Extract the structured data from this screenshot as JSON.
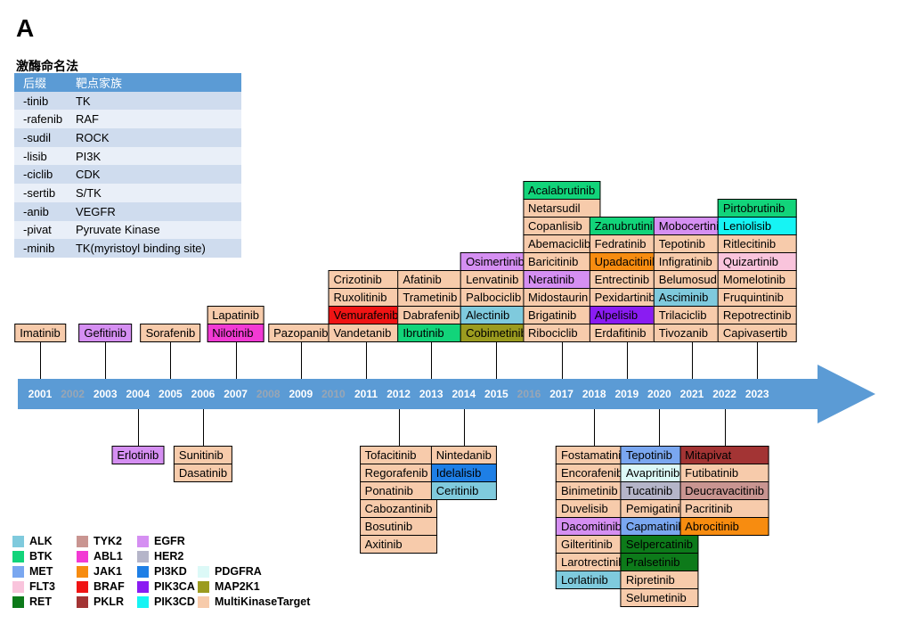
{
  "colors": {
    "ALK": "#7fcadd",
    "BTK": "#12d47a",
    "MET": "#7aa7f0",
    "FLT3": "#f9c4dc",
    "RET": "#0d7a1a",
    "TYK2": "#c99591",
    "ABL1": "#f23ad4",
    "JAK1": "#f78c10",
    "BRAF": "#f01414",
    "PKLR": "#a33434",
    "EGFR": "#d58ff2",
    "HER2": "#b5b5c9",
    "PI3KD": "#1e7fe6",
    "PIK3CA": "#8a1cf2",
    "PIK3CD": "#16f4f4",
    "PDGFRA": "#dcf9f7",
    "MAP2K1": "#9b9b1f",
    "MultiKinaseTarget": "#f7cbab",
    "timeline": "#5b9bd5"
  },
  "panel_letter": "A",
  "naming": {
    "title": "激酶命名法",
    "header": [
      "后缀",
      "靶点家族"
    ],
    "rows": [
      [
        "-tinib",
        "TK"
      ],
      [
        "-rafenib",
        "RAF"
      ],
      [
        "-sudil",
        "ROCK"
      ],
      [
        "-lisib",
        "PI3K"
      ],
      [
        "-ciclib",
        "CDK"
      ],
      [
        "-sertib",
        "S/TK"
      ],
      [
        "-anib",
        "VEGFR"
      ],
      [
        "-pivat",
        "Pyruvate Kinase"
      ],
      [
        "-minib",
        "TK(myristoyl binding site)"
      ]
    ]
  },
  "years": [
    {
      "label": "2001",
      "muted": false
    },
    {
      "label": "2002",
      "muted": true
    },
    {
      "label": "2003",
      "muted": false
    },
    {
      "label": "2004",
      "muted": false
    },
    {
      "label": "2005",
      "muted": false
    },
    {
      "label": "2006",
      "muted": false
    },
    {
      "label": "2007",
      "muted": false
    },
    {
      "label": "2008",
      "muted": true
    },
    {
      "label": "2009",
      "muted": false
    },
    {
      "label": "2010",
      "muted": true
    },
    {
      "label": "2011",
      "muted": false
    },
    {
      "label": "2012",
      "muted": false
    },
    {
      "label": "2013",
      "muted": false
    },
    {
      "label": "2014",
      "muted": false
    },
    {
      "label": "2015",
      "muted": false
    },
    {
      "label": "2016",
      "muted": true
    },
    {
      "label": "2017",
      "muted": false
    },
    {
      "label": "2018",
      "muted": false
    },
    {
      "label": "2019",
      "muted": false
    },
    {
      "label": "2020",
      "muted": false
    },
    {
      "label": "2021",
      "muted": false
    },
    {
      "label": "2022",
      "muted": false
    },
    {
      "label": "2023",
      "muted": false
    }
  ],
  "approvals": {
    "above": [
      {
        "year": "2001",
        "drugs": [
          [
            "Imatinib",
            "MultiKinaseTarget"
          ]
        ]
      },
      {
        "year": "2003",
        "drugs": [
          [
            "Gefitinib",
            "EGFR"
          ]
        ]
      },
      {
        "year": "2005",
        "drugs": [
          [
            "Sorafenib",
            "MultiKinaseTarget"
          ]
        ]
      },
      {
        "year": "2007",
        "drugs": [
          [
            "Lapatinib",
            "MultiKinaseTarget"
          ],
          [
            "Nilotinib",
            "ABL1"
          ]
        ]
      },
      {
        "year": "2009",
        "drugs": [
          [
            "Pazopanib",
            "MultiKinaseTarget"
          ]
        ]
      },
      {
        "year": "2011",
        "drugs": [
          [
            "Crizotinib",
            "MultiKinaseTarget"
          ],
          [
            "Ruxolitinib",
            "MultiKinaseTarget"
          ],
          [
            "Vemurafenib",
            "BRAF"
          ],
          [
            "Vandetanib",
            "MultiKinaseTarget"
          ]
        ]
      },
      {
        "year": "2013",
        "drugs": [
          [
            "Afatinib",
            "MultiKinaseTarget"
          ],
          [
            "Trametinib",
            "MultiKinaseTarget"
          ],
          [
            "Dabrafenib",
            "MultiKinaseTarget"
          ],
          [
            "Ibrutinib",
            "BTK"
          ]
        ]
      },
      {
        "year": "2015",
        "drugs": [
          [
            "Osimertinib",
            "EGFR"
          ],
          [
            "Lenvatinib",
            "MultiKinaseTarget"
          ],
          [
            "Palbociclib",
            "MultiKinaseTarget"
          ],
          [
            "Alectinib",
            "ALK"
          ],
          [
            "Cobimetinib",
            "MAP2K1"
          ]
        ]
      },
      {
        "year": "2017",
        "drugs": [
          [
            "Acalabrutinib",
            "BTK"
          ],
          [
            "Netarsudil",
            "MultiKinaseTarget"
          ],
          [
            "Copanlisib",
            "MultiKinaseTarget"
          ],
          [
            "Abemaciclib",
            "MultiKinaseTarget"
          ],
          [
            "Baricitinib",
            "MultiKinaseTarget"
          ],
          [
            "Neratinib",
            "EGFR"
          ],
          [
            "Midostaurin",
            "MultiKinaseTarget"
          ],
          [
            "Brigatinib",
            "MultiKinaseTarget"
          ],
          [
            "Ribociclib",
            "MultiKinaseTarget"
          ]
        ]
      },
      {
        "year": "2019",
        "drugs": [
          [
            "Zanubrutinib",
            "BTK"
          ],
          [
            "Fedratinib",
            "MultiKinaseTarget"
          ],
          [
            "Upadacitinib",
            "JAK1"
          ],
          [
            "Entrectinib",
            "MultiKinaseTarget"
          ],
          [
            "Pexidartinib",
            "MultiKinaseTarget"
          ],
          [
            "Alpelisib",
            "PIK3CA"
          ],
          [
            "Erdafitinib",
            "MultiKinaseTarget"
          ]
        ]
      },
      {
        "year": "2021",
        "drugs": [
          [
            "Mobocertinib",
            "EGFR"
          ],
          [
            "Tepotinib",
            "MultiKinaseTarget"
          ],
          [
            "Infigratinib",
            "MultiKinaseTarget"
          ],
          [
            "Belumosudil",
            "MultiKinaseTarget"
          ],
          [
            "Asciminib",
            "ALK"
          ],
          [
            "Trilaciclib",
            "MultiKinaseTarget"
          ],
          [
            "Tivozanib",
            "MultiKinaseTarget"
          ]
        ]
      },
      {
        "year": "2023",
        "drugs": [
          [
            "Pirtobrutinib",
            "BTK"
          ],
          [
            "Leniolisib",
            "PIK3CD"
          ],
          [
            "Ritlecitinib",
            "MultiKinaseTarget"
          ],
          [
            "Quizartinib",
            "FLT3"
          ],
          [
            "Momelotinib",
            "MultiKinaseTarget"
          ],
          [
            "Fruquintinib",
            "MultiKinaseTarget"
          ],
          [
            "Repotrectinib",
            "MultiKinaseTarget"
          ],
          [
            "Capivasertib",
            "MultiKinaseTarget"
          ]
        ]
      }
    ],
    "below": [
      {
        "year": "2004",
        "drugs": [
          [
            "Erlotinib",
            "EGFR"
          ]
        ]
      },
      {
        "year": "2006",
        "drugs": [
          [
            "Sunitinib",
            "MultiKinaseTarget"
          ],
          [
            "Dasatinib",
            "MultiKinaseTarget"
          ]
        ]
      },
      {
        "year": "2012",
        "drugs": [
          [
            "Tofacitinib",
            "MultiKinaseTarget"
          ],
          [
            "Regorafenib",
            "MultiKinaseTarget"
          ],
          [
            "Ponatinib",
            "MultiKinaseTarget"
          ],
          [
            "Cabozantinib",
            "MultiKinaseTarget"
          ],
          [
            "Bosutinib",
            "MultiKinaseTarget"
          ],
          [
            "Axitinib",
            "MultiKinaseTarget"
          ]
        ]
      },
      {
        "year": "2014",
        "drugs": [
          [
            "Nintedanib",
            "MultiKinaseTarget"
          ],
          [
            "Idelalisib",
            "PI3KD"
          ],
          [
            "Ceritinib",
            "ALK"
          ]
        ]
      },
      {
        "year": "2018",
        "drugs": [
          [
            "Fostamatinib",
            "MultiKinaseTarget"
          ],
          [
            "Encorafenib",
            "MultiKinaseTarget"
          ],
          [
            "Binimetinib",
            "MultiKinaseTarget"
          ],
          [
            "Duvelisib",
            "MultiKinaseTarget"
          ],
          [
            "Dacomitinib",
            "EGFR"
          ],
          [
            "Gilteritinib",
            "MultiKinaseTarget"
          ],
          [
            "Larotrectinib",
            "MultiKinaseTarget"
          ],
          [
            "Lorlatinib",
            "ALK"
          ]
        ]
      },
      {
        "year": "2020",
        "drugs": [
          [
            "Tepotinib",
            "MET"
          ],
          [
            "Avapritinib",
            "PDGFRA"
          ],
          [
            "Tucatinib",
            "HER2"
          ],
          [
            "Pemigatinib",
            "MultiKinaseTarget"
          ],
          [
            "Capmatinib",
            "MET"
          ],
          [
            "Selpercatinib",
            "RET"
          ],
          [
            "Pralsetinib",
            "RET"
          ],
          [
            "Ripretinib",
            "MultiKinaseTarget"
          ],
          [
            "Selumetinib",
            "MultiKinaseTarget"
          ]
        ]
      },
      {
        "year": "2022",
        "drugs": [
          [
            "Mitapivat",
            "PKLR"
          ],
          [
            "Futibatinib",
            "MultiKinaseTarget"
          ],
          [
            "Deucravacitinib",
            "TYK2"
          ],
          [
            "Pacritinib",
            "MultiKinaseTarget"
          ],
          [
            "Abrocitinib",
            "JAK1"
          ]
        ]
      }
    ]
  },
  "legend": [
    {
      "label": "ALK",
      "key": "ALK"
    },
    {
      "label": "BTK",
      "key": "BTK"
    },
    {
      "label": "MET",
      "key": "MET"
    },
    {
      "label": "FLT3",
      "key": "FLT3"
    },
    {
      "label": "RET",
      "key": "RET"
    },
    {
      "label": "TYK2",
      "key": "TYK2"
    },
    {
      "label": "ABL1",
      "key": "ABL1"
    },
    {
      "label": "JAK1",
      "key": "JAK1"
    },
    {
      "label": "BRAF",
      "key": "BRAF"
    },
    {
      "label": "PKLR",
      "key": "PKLR"
    },
    {
      "label": "EGFR",
      "key": "EGFR"
    },
    {
      "label": "HER2",
      "key": "HER2"
    },
    {
      "label": "PI3KD",
      "key": "PI3KD"
    },
    {
      "label": "PIK3CA",
      "key": "PIK3CA"
    },
    {
      "label": "PIK3CD",
      "key": "PIK3CD"
    },
    {
      "label": "PDGFRA",
      "key": "PDGFRA"
    },
    {
      "label": "MAP2K1",
      "key": "MAP2K1"
    },
    {
      "label": "MultiKinaseTarget",
      "key": "MultiKinaseTarget"
    }
  ]
}
